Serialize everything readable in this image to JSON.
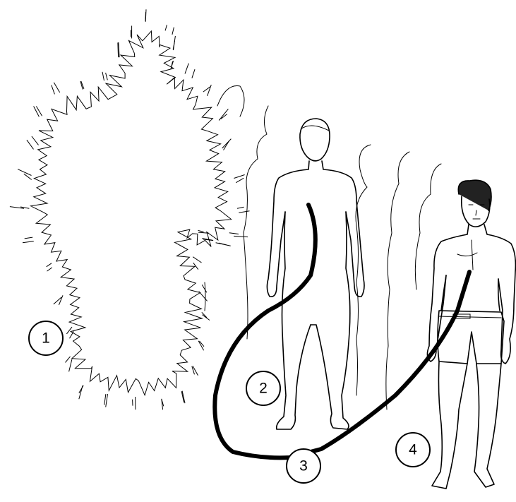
{
  "diagram": {
    "labels": [
      {
        "id": "1",
        "text": "1"
      },
      {
        "id": "2",
        "text": "2"
      },
      {
        "id": "3",
        "text": "3"
      },
      {
        "id": "4",
        "text": "4"
      }
    ]
  },
  "colors": {
    "ink": "#000000",
    "background": "#ffffff"
  }
}
